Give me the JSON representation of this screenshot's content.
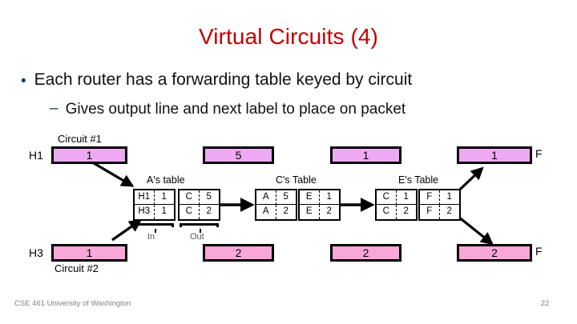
{
  "slide": {
    "title": "Virtual Circuits (4)",
    "bullets": [
      {
        "marker": "•",
        "text": "Each router has a forwarding table keyed by circuit"
      },
      {
        "marker": "–",
        "text": "Gives output line and next label to place on packet"
      }
    ],
    "footer": "CSE 461 University of Washington",
    "page_number": "22"
  },
  "diagram": {
    "hosts": {
      "left_top": "H1",
      "left_bottom": "H3",
      "right_top": "F",
      "right_bottom": "F"
    },
    "captions": {
      "circuit1": "Circuit #1",
      "circuit2": "Circuit #2"
    },
    "packets_top": [
      "1",
      "5",
      "1",
      "1"
    ],
    "packets_bottom": [
      "1",
      "2",
      "2",
      "2"
    ],
    "io_labels": {
      "in": "In",
      "out": "Out"
    },
    "tables": [
      {
        "label": "A's table",
        "in": [
          [
            "H1",
            "1"
          ],
          [
            "H3",
            "1"
          ]
        ],
        "out": [
          [
            "C",
            "5"
          ],
          [
            "C",
            "2"
          ]
        ]
      },
      {
        "label": "C's Table",
        "in": [
          [
            "A",
            "5"
          ],
          [
            "A",
            "2"
          ]
        ],
        "out": [
          [
            "E",
            "1"
          ],
          [
            "E",
            "2"
          ]
        ]
      },
      {
        "label": "E's Table",
        "in": [
          [
            "C",
            "1"
          ],
          [
            "C",
            "2"
          ]
        ],
        "out": [
          [
            "F",
            "1"
          ],
          [
            "F",
            "2"
          ]
        ]
      }
    ],
    "colors": {
      "packet_top": "#EDA9F2",
      "packet_bottom": "#F9A6D8",
      "title": "#C00000",
      "bullet_marker": "#1F3864",
      "footer": "#808080"
    }
  }
}
